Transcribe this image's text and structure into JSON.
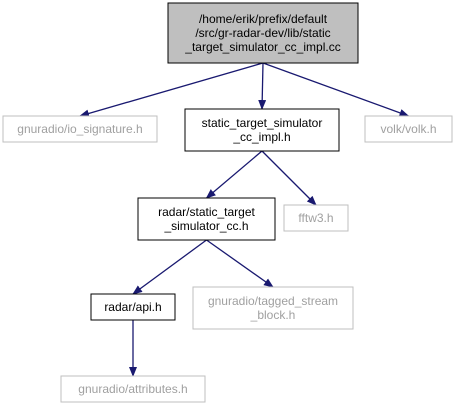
{
  "nodes": [
    {
      "id": "root",
      "lines": [
        "/home/erik/prefix/default",
        "/src/gr-radar-dev/lib/static",
        "_target_simulator_cc_impl.cc"
      ],
      "style": "root"
    },
    {
      "id": "io_signature",
      "lines": [
        "gnuradio/io_signature.h"
      ],
      "style": "external"
    },
    {
      "id": "impl_h",
      "lines": [
        "static_target_simulator",
        "_cc_impl.h"
      ],
      "style": "local"
    },
    {
      "id": "volk",
      "lines": [
        "volk/volk.h"
      ],
      "style": "external"
    },
    {
      "id": "radar_sts",
      "lines": [
        "radar/static_target",
        "_simulator_cc.h"
      ],
      "style": "local"
    },
    {
      "id": "fftw3",
      "lines": [
        "fftw3.h"
      ],
      "style": "external"
    },
    {
      "id": "radar_api",
      "lines": [
        "radar/api.h"
      ],
      "style": "local"
    },
    {
      "id": "tagged_stream",
      "lines": [
        "gnuradio/tagged_stream",
        "_block.h"
      ],
      "style": "external"
    },
    {
      "id": "attributes",
      "lines": [
        "gnuradio/attributes.h"
      ],
      "style": "external"
    }
  ],
  "edges": [
    {
      "from": "root",
      "to": "io_signature"
    },
    {
      "from": "root",
      "to": "impl_h"
    },
    {
      "from": "root",
      "to": "volk"
    },
    {
      "from": "impl_h",
      "to": "radar_sts"
    },
    {
      "from": "impl_h",
      "to": "fftw3"
    },
    {
      "from": "radar_sts",
      "to": "radar_api"
    },
    {
      "from": "radar_sts",
      "to": "tagged_stream"
    },
    {
      "from": "radar_api",
      "to": "attributes"
    }
  ],
  "colors": {
    "root_fill": "#bfbfbf",
    "root_stroke": "#000000",
    "local_stroke": "#000000",
    "external_stroke": "#bfbfbf",
    "local_text": "#000000",
    "external_text": "#a0a0a0",
    "edge": "#191970"
  }
}
